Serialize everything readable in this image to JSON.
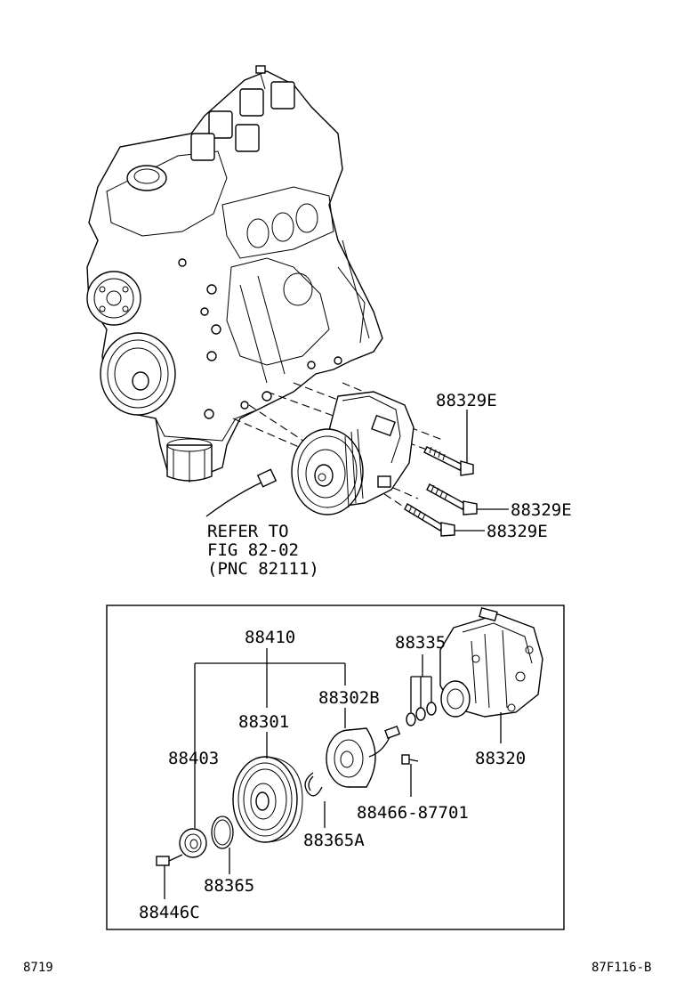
{
  "diagram": {
    "top_labels": {
      "bolt_a": "88329E",
      "bolt_b": "88329E",
      "bolt_c": "88329E",
      "refer_line1": "REFER TO",
      "refer_line2": "FIG 82-02",
      "refer_line3": "(PNC 82111)"
    },
    "detail_labels": {
      "clutch_assy": "88410",
      "pressure_plate": "88403",
      "pulley": "88301",
      "stator": "88302B",
      "shim_set": "88335",
      "compressor": "88320",
      "screw_field": "88466-87701",
      "snap_ring_rotor": "88365A",
      "snap_ring_plate": "88365",
      "bolt_plate": "88446C"
    },
    "footer": {
      "left_code": "8719",
      "right_code": "87F116-B"
    }
  }
}
